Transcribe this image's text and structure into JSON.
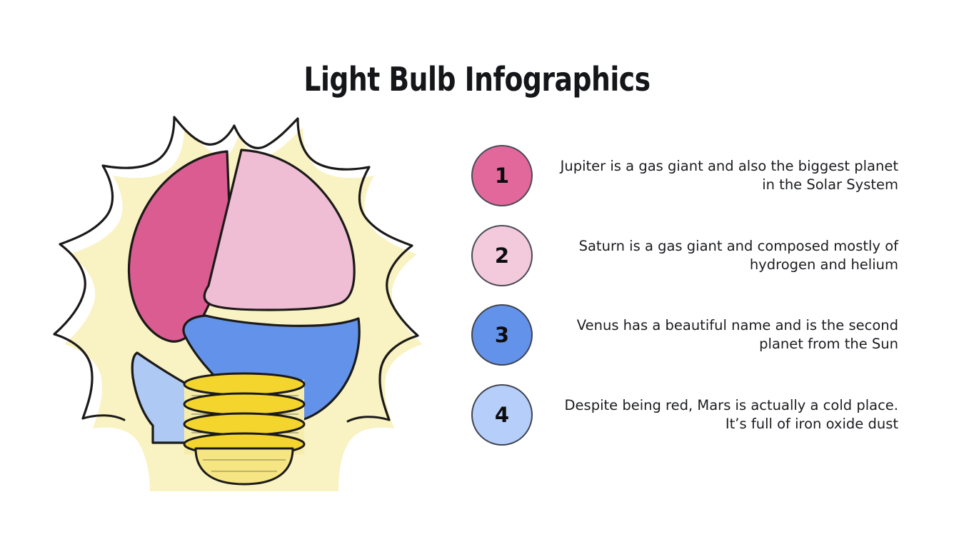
{
  "slide": {
    "title": "Light Bulb Infographics",
    "background_color": "#FFFFFF"
  },
  "illustration": {
    "name": "light-bulb",
    "glow_color": "#F9F2C2",
    "outline_color": "#1B1A19",
    "base_color": "#F4D52E",
    "base_highlight_color": "#F7EDAA",
    "segments": [
      {
        "name": "segment-1",
        "color": "#DB5C91"
      },
      {
        "name": "segment-2",
        "color": "#EFBDD4"
      },
      {
        "name": "segment-3",
        "color": "#6392EA"
      },
      {
        "name": "segment-4",
        "color": "#AFC9F5"
      }
    ]
  },
  "items": [
    {
      "number": "1",
      "color": "#E2689C",
      "border_color": "#4A4A55",
      "text": "Jupiter is a gas giant and also the biggest planet in the Solar System"
    },
    {
      "number": "2",
      "color": "#F3C9DC",
      "border_color": "#4A4A55",
      "text": "Saturn is a gas giant and composed mostly of hydrogen and helium"
    },
    {
      "number": "3",
      "color": "#6392EA",
      "border_color": "#3F4450",
      "text": "Venus has a beautiful name and is the second planet from the Sun"
    },
    {
      "number": "4",
      "color": "#B5CFFA",
      "border_color": "#3F4450",
      "text": "Despite being red, Mars is actually a cold place. It’s full of iron oxide dust"
    }
  ]
}
